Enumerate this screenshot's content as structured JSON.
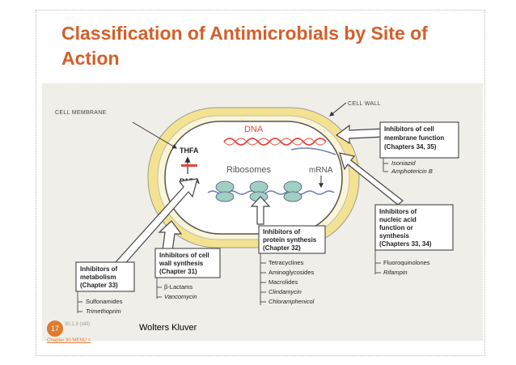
{
  "title": "Classification of Antimicrobials by Site of Action",
  "diagram": {
    "cell_membrane": "CELL MEMBRANE",
    "cell_wall": "CELL WALL",
    "dna": "DNA",
    "thfa": "THFA",
    "paba": "PABA",
    "ribosomes": "Ribosomes",
    "mrna": "mRNA",
    "boxes": {
      "membrane": {
        "l1": "Inhibitors of cell",
        "l2": "membrane function",
        "l3": "(Chapters 34, 35)",
        "drugs": [
          "Isoniazid",
          "Amphotericin B"
        ]
      },
      "nucleic": {
        "l1": "Inhibitors of",
        "l2": "nucleic acid",
        "l3": "function or",
        "l4": "synthesis",
        "l5": "(Chapters 33, 34)",
        "drugs": [
          "Fluoroquinolones",
          "Rifampin"
        ]
      },
      "protein": {
        "l1": "Inhibitors of",
        "l2": "protein synthesis",
        "l3": "(Chapter 32)",
        "drugs": [
          "Tetracyclines",
          "Aminoglycosides",
          "Macrolides",
          "Clindamycin",
          "Chloramphenicol"
        ]
      },
      "wall": {
        "l1": "Inhibitors of cell",
        "l2": "wall synthesis",
        "l3": "(Chapter 31)",
        "drugs": [
          "β-Lactams",
          "Vancomycin"
        ]
      },
      "metabolism": {
        "l1": "Inhibitors of",
        "l2": "metabolism",
        "l3": "(Chapter 33)",
        "drugs": [
          "Sulfonamides",
          "Trimethoprim"
        ]
      }
    }
  },
  "footer": {
    "slide_number": "17",
    "figure_ref": "30.1.3 (still)",
    "credit": "Wolters Kluver",
    "menu_link": "Chapter 30 MENU >"
  },
  "colors": {
    "title": "#d35f2a",
    "cell_wall": "#f3e391",
    "cytoplasm": "#ffffff",
    "dna": "#e2473c",
    "mrna": "#6b7fb8",
    "ribosome": "#9fd0c3",
    "arrow_red": "#e2473c"
  }
}
